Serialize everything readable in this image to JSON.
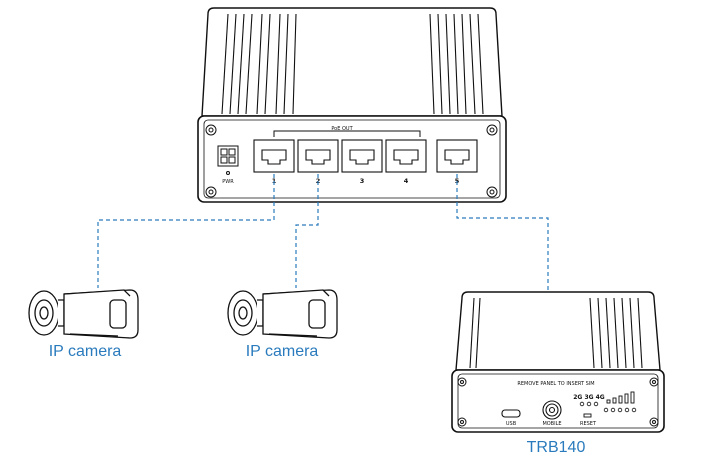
{
  "switch": {
    "poe_out_label": "PoE OUT",
    "pwr_label": "PWR",
    "port_numbers": [
      "1",
      "2",
      "3",
      "4",
      "5"
    ]
  },
  "cameras": [
    {
      "label": "IP camera"
    },
    {
      "label": "IP camera"
    }
  ],
  "router": {
    "name": "TRB140",
    "notice": "REMOVE PANEL TO INSERT SIM",
    "usb_label": "USB",
    "mobile_label": "MOBILE",
    "reset_label": "RESET",
    "signal_label": "2G 3G 4G"
  },
  "colors": {
    "link_line": "#2a7bbd",
    "label_text": "#2a7bbd",
    "outline": "#111111"
  }
}
